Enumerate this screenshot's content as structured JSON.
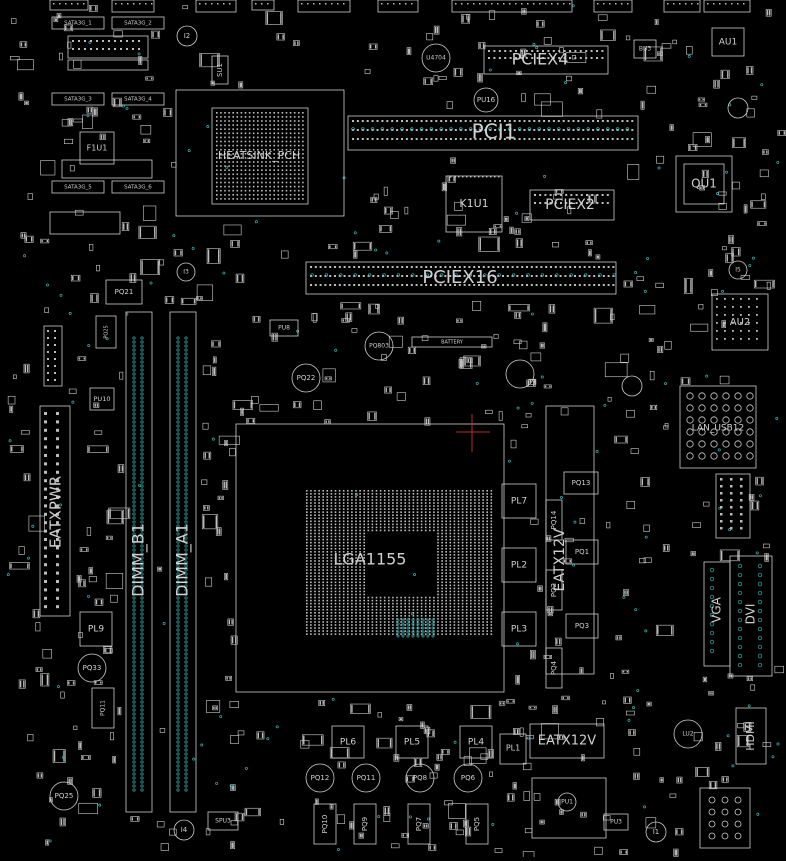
{
  "colors": {
    "background": "#000000",
    "outline": "#cfcfcf",
    "pad": "#bdbdbd",
    "via": "#33b3b3",
    "label": "#d0d0d0",
    "cursor": "#b03030"
  },
  "labels": {
    "pcie1": "PCI1",
    "pcie16": "PCIEX16",
    "pcie4": "PCIEX4",
    "pcie2": "PCIEX2",
    "heatsink": "HEATSINK_PCH",
    "cpu_socket": "LGA1155",
    "dimm_a1": "DIMM_A1",
    "dimm_b1": "DIMM_B1",
    "eatxpwr": "EATXPWR",
    "eatx12v": "EATX12V",
    "k1u1": "K1U1",
    "qu1": "QU1",
    "f1u1": "F1U1",
    "vga": "VGA",
    "dvi": "DVI",
    "hdmi": "HDMI",
    "lan_usb12": "LAN_USB12",
    "battery": "BATTERY",
    "pl1": "PL1",
    "pl2": "PL2",
    "pl3": "PL3",
    "pl4": "PL4",
    "pl5": "PL5",
    "pl6": "PL6",
    "pl7": "PL7",
    "pl9": "PL9",
    "pq1": "PQ1",
    "pq2": "PQ2",
    "pq3": "PQ3",
    "pq4": "PQ4",
    "pq5": "PQ5",
    "pq6": "PQ6",
    "pq7": "PQ7",
    "pq8": "PQ8",
    "pq9": "PQ9",
    "pq10": "PQ10",
    "pq11": "PQ11",
    "pq12": "PQ12",
    "pq13": "PQ13",
    "pq14": "PQ14",
    "pq21": "PQ21",
    "pq22": "PQ22",
    "pq25": "PQ25",
    "pq33": "PQ33",
    "pq803": "PQ803",
    "pq11b": "PQ11",
    "pu10": "PU10",
    "pu16": "PU16",
    "pu8": "PU8",
    "pu1": "PU1",
    "pu3": "PU3",
    "au1": "AU1",
    "au2": "AU2",
    "bu3": "BU3",
    "u4704": "U4704",
    "su1": "SU1",
    "lu2": "LU2",
    "i1": "I1",
    "i2": "I2",
    "i3": "I3",
    "i4": "I4",
    "i5": "I5",
    "spu3": "SPU3",
    "sata1": "SATA3G_1",
    "sata2": "SATA3G_2",
    "sata3": "SATA3G_3",
    "sata4": "SATA3G_4",
    "sata5": "SATA3G_5",
    "sata6": "SATA3G_6"
  }
}
